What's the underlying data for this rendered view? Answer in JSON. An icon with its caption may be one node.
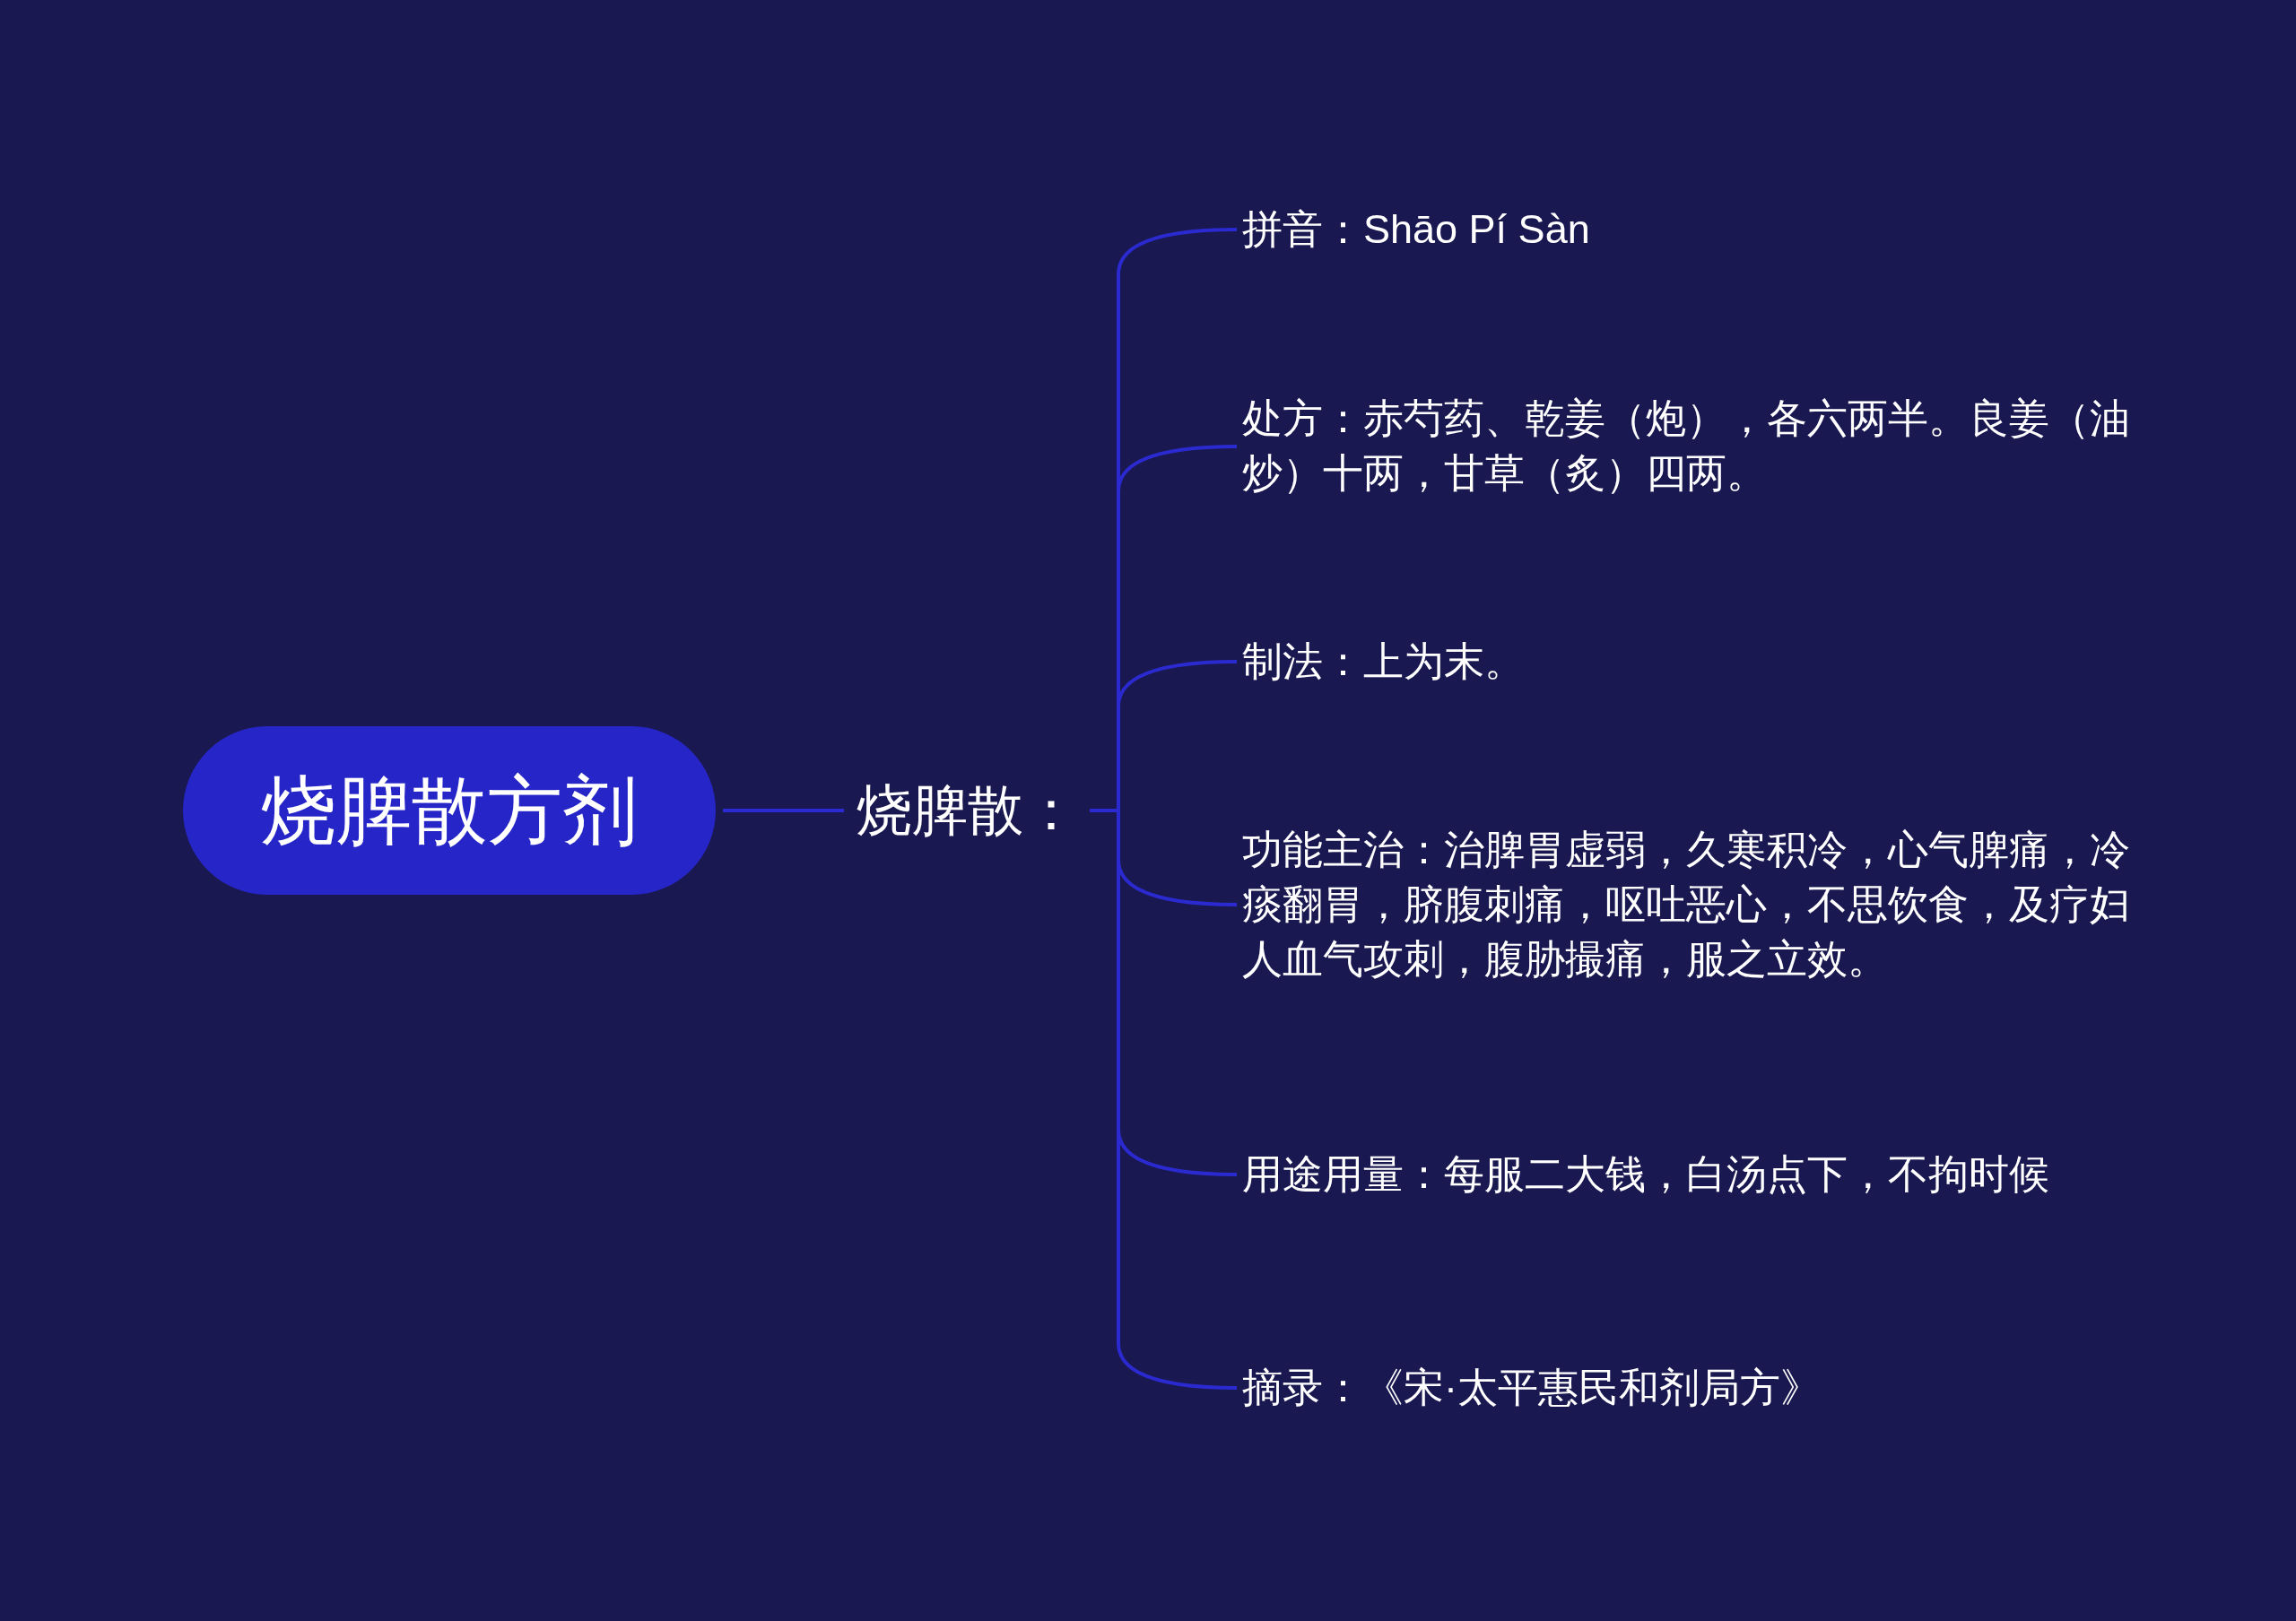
{
  "diagram": {
    "nodes": [
      {
        "text": [
          "烧脾散方剂"
        ]
      },
      {
        "text": [
          "烧脾散："
        ]
      },
      {
        "text": [
          "拼音：Shāo Pí Sàn"
        ]
      },
      {
        "text": [
          "处方：赤芍药、乾姜（炮），各六两半。良姜（油炒）十两，甘草（炙）四两。"
        ]
      },
      {
        "text": [
          "制法：上为末。"
        ]
      },
      {
        "text": [
          "功能主治：治脾胃虚弱，久寒积冷，心气脾痛，冷痰翻胃，脐腹刺痛，呕吐恶心，不思饮食，及疗妇人血气攻刺，腹胁撮痛，服之立效。"
        ]
      },
      {
        "text": [
          "用途用量：每服二大钱，白汤点下，不拘时候"
        ]
      },
      {
        "text": [
          "摘录：《宋·太平惠民和剂局方》"
        ]
      }
    ],
    "edges": [
      {
        "from": 0,
        "to": 1,
        "arrow": "none"
      },
      {
        "from": 1,
        "to": 2,
        "arrow": "none"
      },
      {
        "from": 1,
        "to": 3,
        "arrow": "none"
      },
      {
        "from": 1,
        "to": 4,
        "arrow": "none"
      },
      {
        "from": 1,
        "to": 5,
        "arrow": "none"
      },
      {
        "from": 1,
        "to": 6,
        "arrow": "none"
      },
      {
        "from": 1,
        "to": 7,
        "arrow": "none"
      }
    ]
  }
}
